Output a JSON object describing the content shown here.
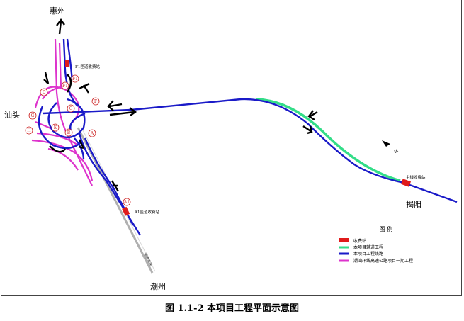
{
  "places": {
    "huizhou": "惠州",
    "shantou": "汕头",
    "jieyang": "揭阳",
    "chaozhou": "潮州"
  },
  "toll_stations": {
    "f1": "F1匝道收费站",
    "a1": "A1匝道收费站",
    "main": "主线收费站"
  },
  "ramps": [
    "D",
    "F1",
    "F",
    "C",
    "G",
    "E",
    "B",
    "A",
    "H",
    "A1"
  ],
  "existing_road_label": "潮惠高速",
  "north_label": "N",
  "legend": {
    "title": "图  例",
    "items": [
      {
        "label": "收费站",
        "color": "#e01b1b"
      },
      {
        "label": "本项目辅道工程",
        "color": "#33dd88"
      },
      {
        "label": "本项目工程线路",
        "color": "#1a1ac8"
      },
      {
        "label": "潮汕环线高速公路项目一期工程",
        "color": "#dd33cc"
      }
    ]
  },
  "caption": "图 1.1-2 本项目工程平面示意图",
  "colors": {
    "project_line": "#1a1ac8",
    "auxiliary": "#33dd88",
    "phase_one": "#dd33cc",
    "toll": "#e01b1b",
    "ramp_circle": "#cc2222",
    "existing_road": "#b0b0b0"
  }
}
